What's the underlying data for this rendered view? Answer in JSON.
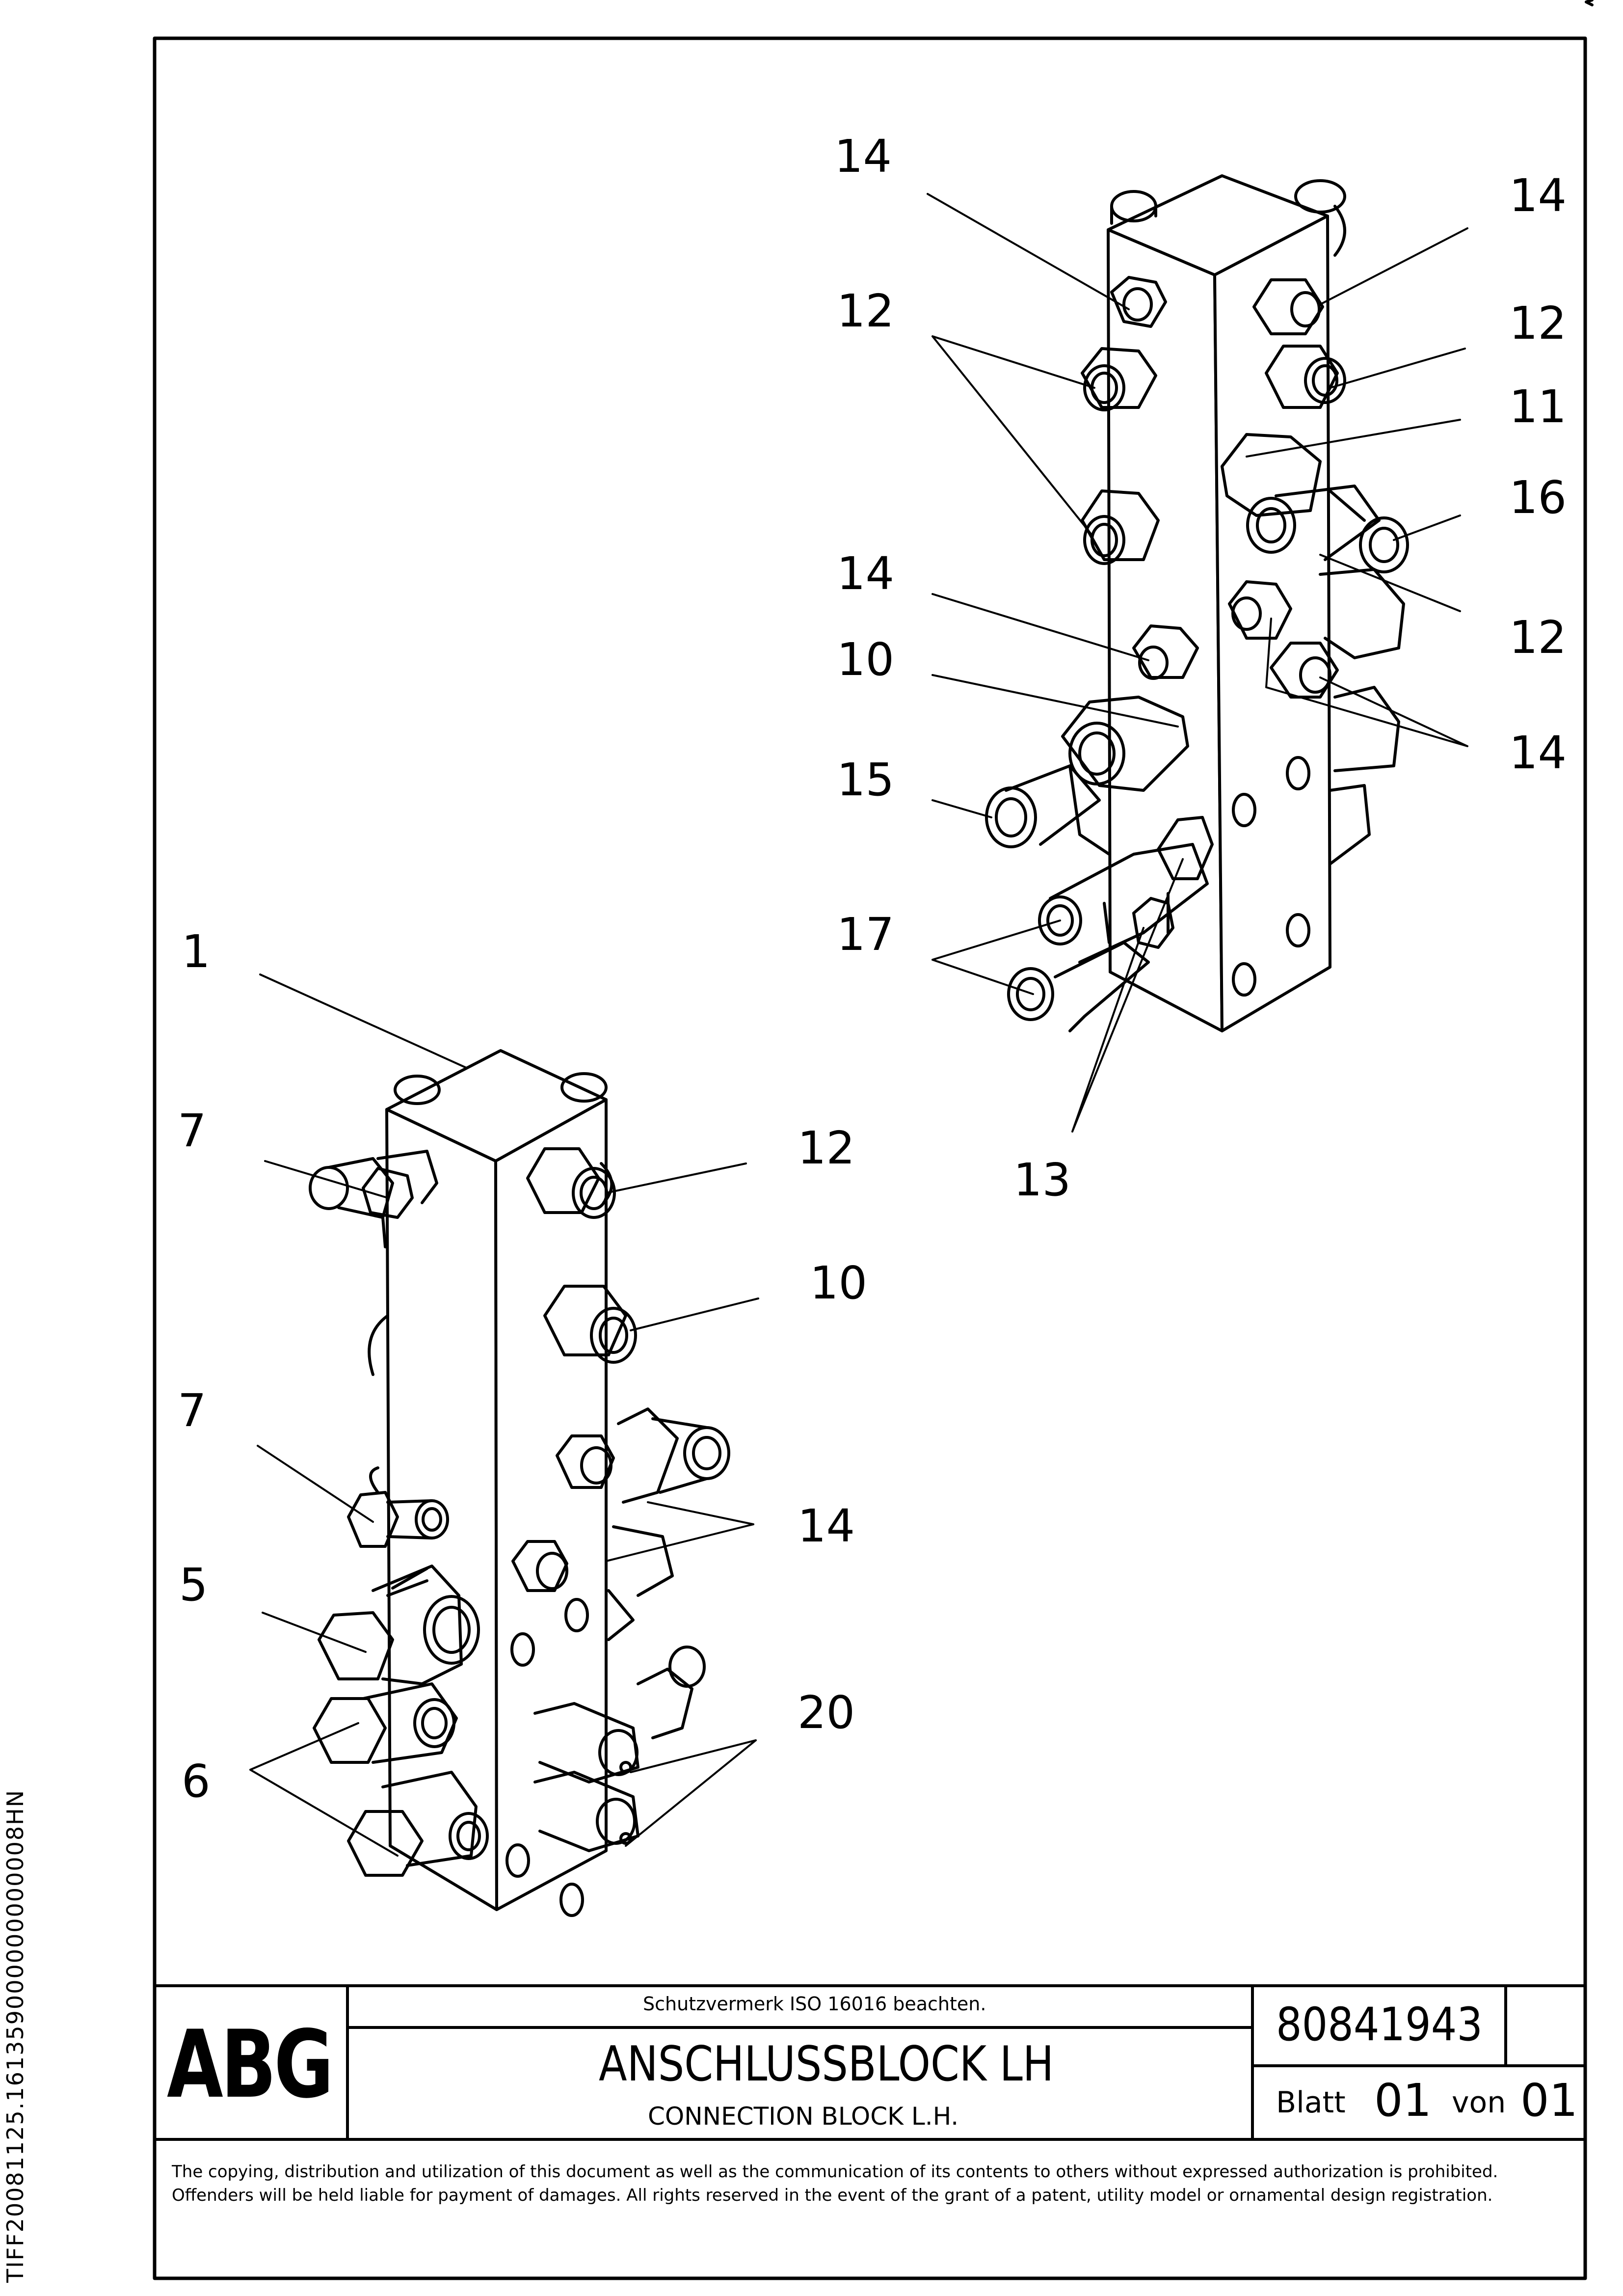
{
  "side_id": "TIFF20081125.161359000000000008HN",
  "title_block": {
    "logo": "ABG",
    "protection_note": "Schutzvermerk ISO 16016 beachten.",
    "title_de": "ANSCHLUSSBLOCK LH",
    "title_en": "CONNECTION BLOCK L.H.",
    "drawing_number": "80841943",
    "sheet_label": "Blatt",
    "sheet_number": "01",
    "of_label": "von",
    "sheet_total": "01"
  },
  "footer_text": "The copying, distribution and utilization of this document as well as the communication of its contents to others without expressed authorization is prohibited. Offenders will be held liable for payment of damages. All rights reserved in the event of the grant of a patent, utility model or ornamental design registration.",
  "callouts": {
    "right": [
      "14",
      "14",
      "12",
      "12",
      "11",
      "16",
      "14",
      "12",
      "10",
      "14",
      "15",
      "17",
      "13"
    ],
    "left": [
      "1",
      "7",
      "12",
      "10",
      "7",
      "14",
      "5",
      "20",
      "6"
    ]
  }
}
